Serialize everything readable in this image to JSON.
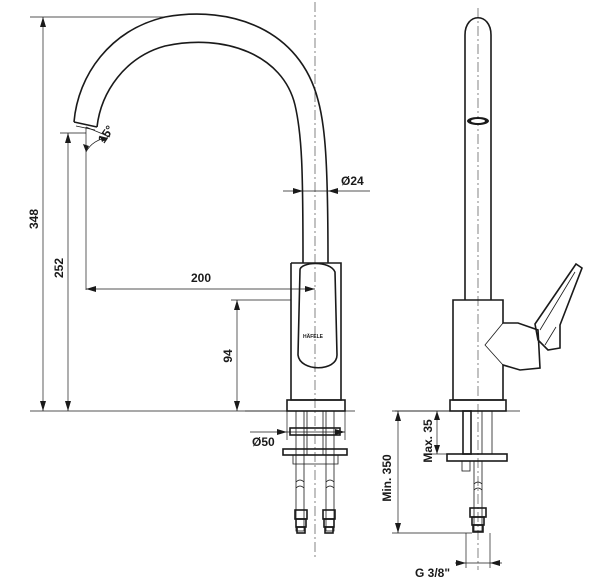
{
  "labels": {
    "height_total": "348",
    "height_spout": "252",
    "height_body": "94",
    "reach": "200",
    "tube_diameter": "Ø24",
    "base_diameter": "Ø50",
    "angle": "15°",
    "min_hose": "Min. 350",
    "max_deck": "Max. 35",
    "connection": "G 3/8\""
  },
  "logo_text": "HÄFELE",
  "colors": {
    "line": "#1a1a1a",
    "background": "#ffffff"
  }
}
